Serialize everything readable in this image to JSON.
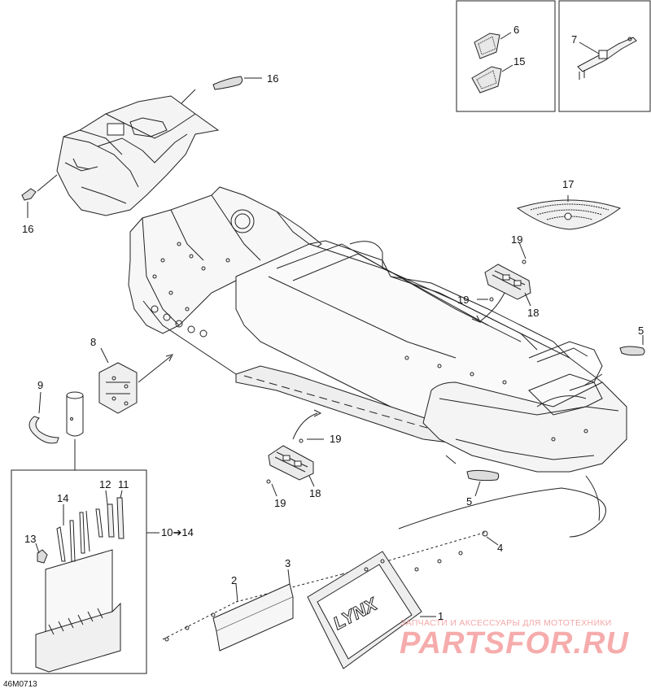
{
  "diagram_code": "46M0713",
  "brand_on_flap": "LYNX",
  "watermark": {
    "line1": "ЗАПЧАСТИ И АКСЕССУАРЫ ДЛЯ МОТОТЕХНИКИ",
    "line2": "PARTSFOR.RU"
  },
  "colors": {
    "line": "#222222",
    "watermark": "#f06a6a",
    "background": "#ffffff"
  },
  "callouts": {
    "c1": "1",
    "c2": "2",
    "c3": "3",
    "c4": "4",
    "c5a": "5",
    "c5b": "5",
    "c6": "6",
    "c7": "7",
    "c8": "8",
    "c9": "9",
    "c10": "10➔14",
    "c11": "11",
    "c12": "12",
    "c13": "13",
    "c14": "14",
    "c15": "15",
    "c16a": "16",
    "c16b": "16",
    "c17": "17",
    "c18a": "18",
    "c18b": "18",
    "c19a": "19",
    "c19b": "19",
    "c19c": "19",
    "c19d": "19"
  }
}
